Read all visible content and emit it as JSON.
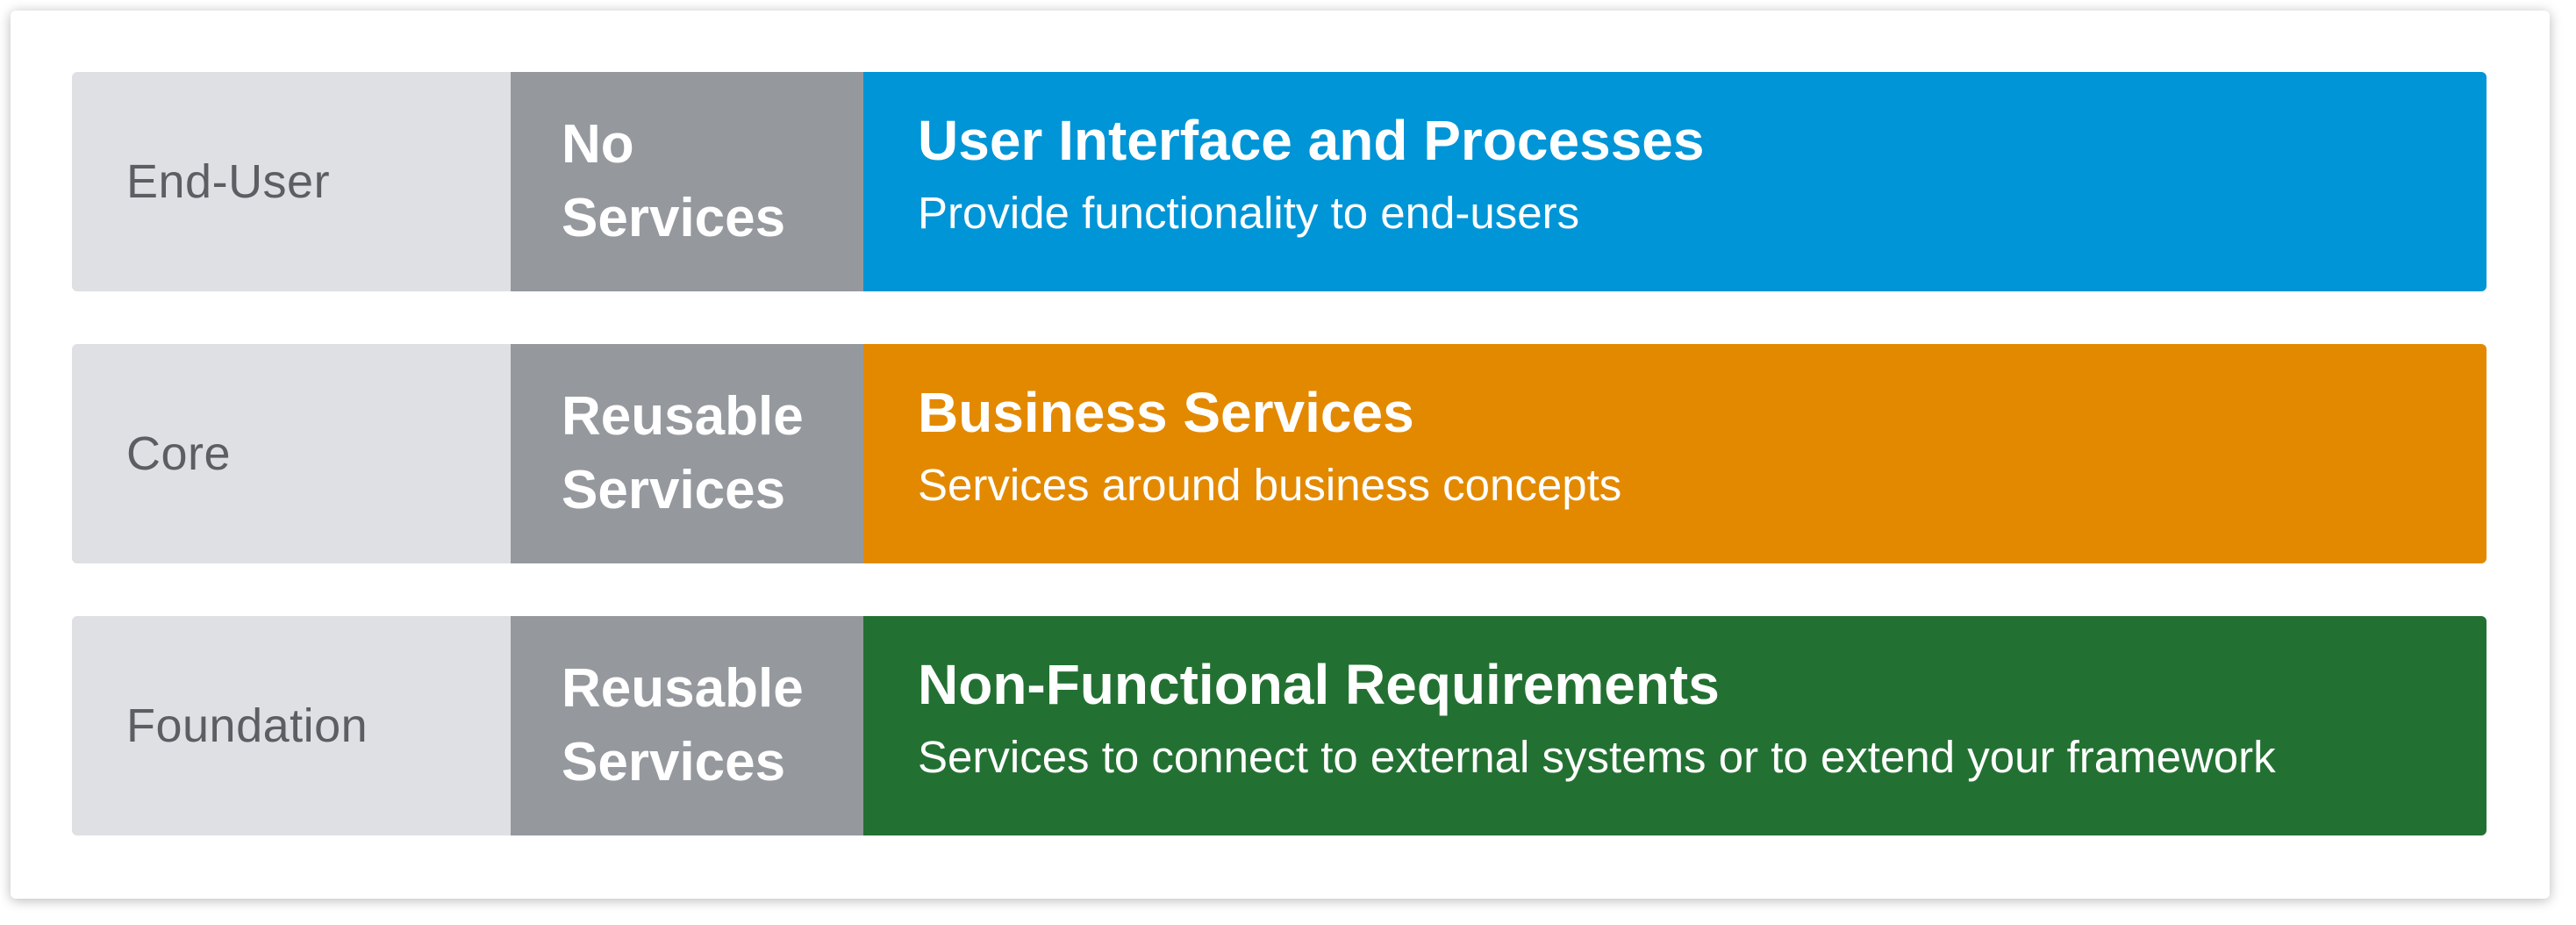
{
  "colors": {
    "name_column": "#dfe0e4",
    "services_column": "#95999e",
    "end_user": "#0095d6",
    "core": "#e38900",
    "foundation": "#237132"
  },
  "layers": [
    {
      "name": "End-User",
      "services_line1": "No",
      "services_line2": "Services",
      "title": "User Interface and Processes",
      "subtitle": "Provide functionality to end-users",
      "color": "#0095d6"
    },
    {
      "name": "Core",
      "services_line1": "Reusable",
      "services_line2": "Services",
      "title": "Business Services",
      "subtitle": "Services around business concepts",
      "color": "#e38900"
    },
    {
      "name": "Foundation",
      "services_line1": "Reusable",
      "services_line2": "Services",
      "title": "Non-Functional Requirements",
      "subtitle": "Services to connect to external systems or to extend your framework",
      "color": "#237132"
    }
  ]
}
